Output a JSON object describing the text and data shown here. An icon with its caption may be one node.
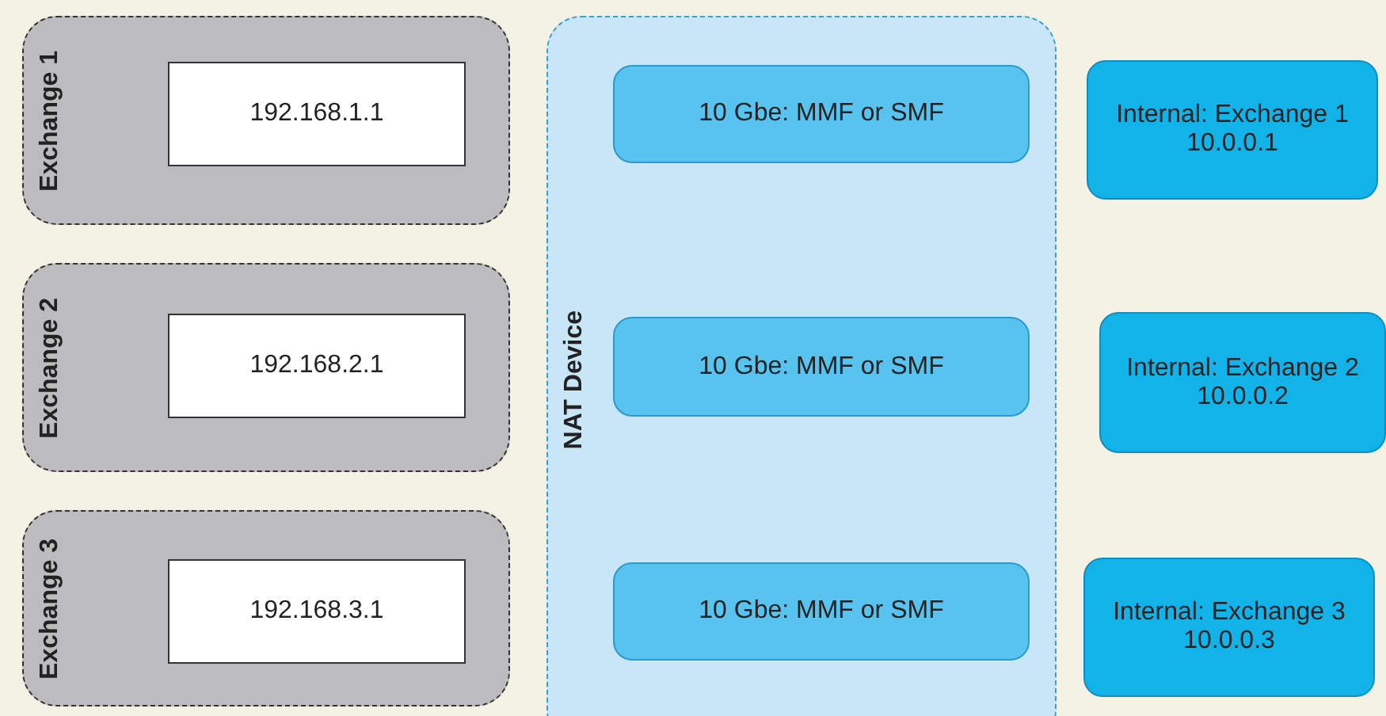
{
  "diagram": {
    "nodes": [
      {
        "text": [
          "Exchange 1"
        ]
      },
      {
        "text": [
          "192.168.1.1"
        ],
        "in": 0
      },
      {
        "text": [
          "Exchange 2"
        ]
      },
      {
        "text": [
          "192.168.2.1"
        ],
        "in": 2
      },
      {
        "text": [
          "Exchange 3"
        ]
      },
      {
        "text": [
          "192.168.3.1"
        ],
        "in": 4
      },
      {
        "text": [
          "NAT Device"
        ]
      },
      {
        "text": [
          "10 Gbe: MMF or SMF"
        ],
        "in": 6
      },
      {
        "text": [
          "10 Gbe: MMF or SMF"
        ],
        "in": 6
      },
      {
        "text": [
          "10 Gbe: MMF or SMF"
        ],
        "in": 6
      },
      {
        "text": [
          "Internal: Exchange 1",
          "10.0.0.1"
        ]
      },
      {
        "text": [
          "Internal: Exchange 2",
          "10.0.0.2"
        ]
      },
      {
        "text": [
          "Internal: Exchange 3",
          "10.0.0.3"
        ]
      }
    ]
  }
}
